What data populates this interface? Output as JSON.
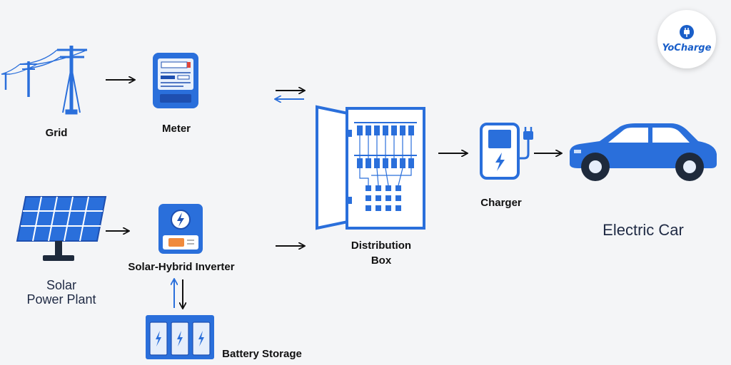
{
  "labels": {
    "grid": "Grid",
    "meter": "Meter",
    "solar_line1": "Solar",
    "solar_line2": "Power Plant",
    "inverter": "Solar-Hybrid Inverter",
    "battery": "Battery Storage",
    "distribution_line1": "Distribution",
    "distribution_line2": "Box",
    "charger": "Charger",
    "car": "Electric Car"
  },
  "logo": {
    "text": "YoCharge"
  },
  "colors": {
    "primary_blue": "#2a6fdb",
    "dark_blue": "#1e4fb0",
    "light_blue": "#cfe0fa",
    "arrow": "#111111",
    "background": "#f4f5f7",
    "inverter_accent": "#f08a3c"
  },
  "icons": [
    "grid-pole-icon",
    "meter-icon",
    "solar-panel-icon",
    "inverter-icon",
    "battery-icon",
    "distribution-box-icon",
    "charger-icon",
    "electric-car-icon",
    "plug-icon",
    "bolt-icon"
  ]
}
